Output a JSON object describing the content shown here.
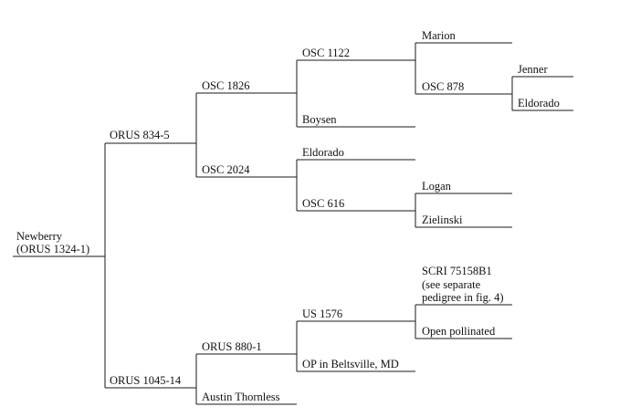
{
  "pedigree": {
    "root": {
      "name_line1": "Newberry",
      "name_line2": "(ORUS 1324-1)"
    },
    "orus_834_5": "ORUS 834-5",
    "orus_1045_14": "ORUS 1045-14",
    "osc_1826": "OSC 1826",
    "osc_2024": "OSC 2024",
    "orus_880_1": "ORUS 880-1",
    "austin_thornless": "Austin Thornless",
    "osc_1122": "OSC 1122",
    "boysen": "Boysen",
    "eldorado_gen3": "Eldorado",
    "osc_616": "OSC 616",
    "us_1576": "US 1576",
    "op_beltsville": "OP in Beltsville, MD",
    "marion": "Marion",
    "osc_878": "OSC 878",
    "logan": "Logan",
    "zielinski": "Zielinski",
    "scri_line1": "SCRI 75158B1",
    "scri_line2": "(see  separate",
    "scri_line3": "pedigree in fig. 4)",
    "open_pollinated": "Open pollinated",
    "jenner": "Jenner",
    "eldorado_gen5": "Eldorado"
  }
}
